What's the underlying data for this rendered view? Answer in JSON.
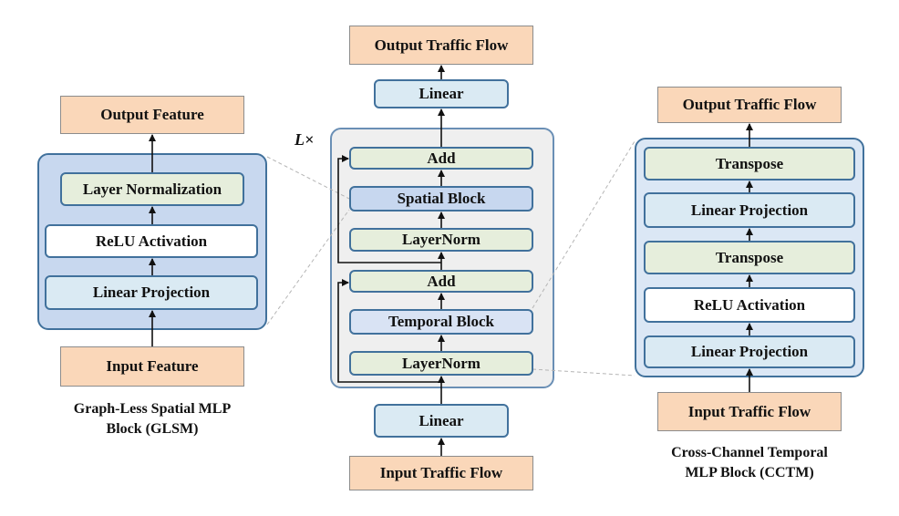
{
  "glsm": {
    "output": "Output Feature",
    "layer_norm": "Layer Normalization",
    "relu": "ReLU Activation",
    "linear_proj": "Linear Projection",
    "input": "Input Feature",
    "caption_line1": "Graph-Less Spatial MLP",
    "caption_line2": "Block (GLSM)"
  },
  "main": {
    "output": "Output Traffic Flow",
    "linear_top": "Linear",
    "repeat_label": "L×",
    "add_top": "Add",
    "spatial_block": "Spatial Block",
    "layernorm_top": "LayerNorm",
    "add_bottom": "Add",
    "temporal_block": "Temporal Block",
    "layernorm_bottom": "LayerNorm",
    "linear_bottom": "Linear",
    "input": "Input Traffic Flow"
  },
  "cctm": {
    "output": "Output Traffic Flow",
    "transpose_top": "Transpose",
    "linear_proj_top": "Linear Projection",
    "transpose_mid": "Transpose",
    "relu": "ReLU Activation",
    "linear_proj_bottom": "Linear Projection",
    "input": "Input Traffic Flow",
    "caption_line1": "Cross-Channel Temporal",
    "caption_line2": "MLP Block (CCTM)"
  },
  "colors": {
    "io_fill": "#fad7b9",
    "blue_fill": "#daeaf3",
    "green_fill": "#e6eedc",
    "spatial_fill": "#c7d7ef",
    "temporal_fill": "#d9e3f4",
    "border": "#41719c"
  }
}
